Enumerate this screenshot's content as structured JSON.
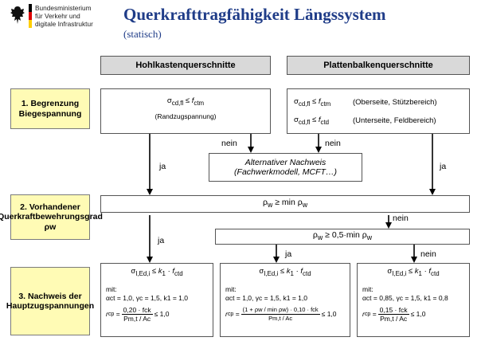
{
  "header": {
    "ministry_lines": [
      "Bundesministerium",
      "für Verkehr und",
      "digitale Infrastruktur"
    ],
    "title": "Querkrafttragfähigkeit Längssystem",
    "subtitle": "(statisch)",
    "title_color": "#1f3c88"
  },
  "columns": {
    "left": "Hohlkastenquerschnitte",
    "right": "Plattenbalkenquerschnitte"
  },
  "steps": {
    "step1": "1. Begrenzung Biegespannung",
    "step2": "2. Vorhandener Querkraftbewehrungsgrad ρw",
    "step3": "3. Nachweis der Hauptzugspannungen"
  },
  "step1": {
    "left_note": "(Randzugspannung)",
    "right_top_note": "(Oberseite, Stützbereich)",
    "right_bottom_note": "(Unterseite, Feldbereich)"
  },
  "alt": {
    "line1": "Alternativer Nachweis",
    "line2": "(Fachwerkmodell, MCFT…)"
  },
  "labels": {
    "ja": "ja",
    "nein": "nein"
  },
  "step3": {
    "mit": "mit:",
    "left_params": "αct = 1,0, γc = 1,5, k1 = 1,0",
    "mid_params": "αct = 1,0, γc = 1,5, k1 = 1,0",
    "right_params": "αct = 0,85, γc = 1,5, k1 = 0,8",
    "left_num": "0,20 · fck",
    "mid_num": "(1 + ρw / min ρw) · 0,10 · fck",
    "right_num": "0,15 · fck",
    "den": "Pm,t / Ac",
    "limit": "≤ 1,0"
  },
  "colors": {
    "yellow": "#fffbb5",
    "grey": "#d9d9d9"
  }
}
